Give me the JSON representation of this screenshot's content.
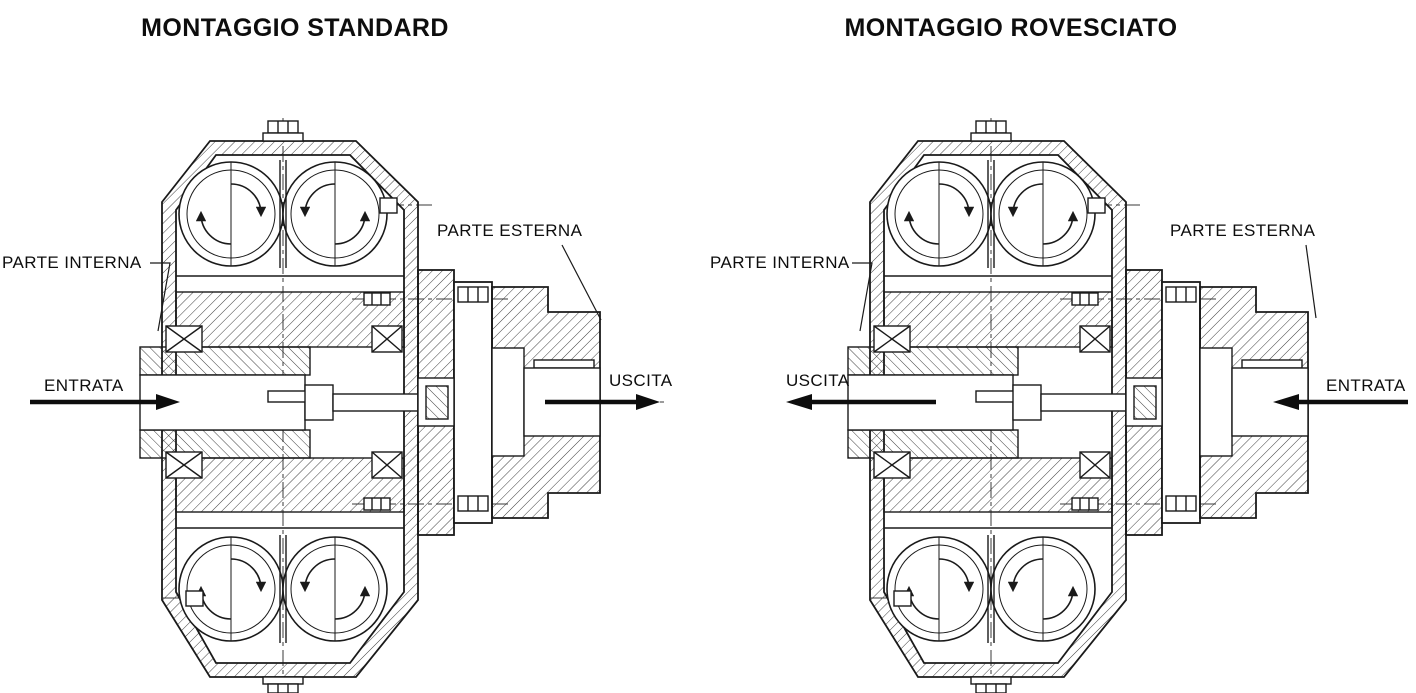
{
  "figure": {
    "background": "#ffffff",
    "ink_color": "#1a1a1a",
    "subject": "fluid coupling cross-section mounting diagrams",
    "diagrams": [
      {
        "id": "standard",
        "title": "MONTAGGIO STANDARD",
        "labels": {
          "parte_interna": "PARTE INTERNA",
          "parte_esterna": "PARTE ESTERNA",
          "input": "ENTRATA",
          "output": "USCITA"
        },
        "flow_direction": "left-to-right",
        "input_side": "left",
        "output_side": "right"
      },
      {
        "id": "rovesciato",
        "title": "MONTAGGIO ROVESCIATO",
        "labels": {
          "parte_interna": "PARTE INTERNA",
          "parte_esterna": "PARTE ESTERNA",
          "input": "ENTRATA",
          "output": "USCITA"
        },
        "flow_direction": "right-to-left",
        "input_side": "right",
        "output_side": "left"
      }
    ]
  }
}
